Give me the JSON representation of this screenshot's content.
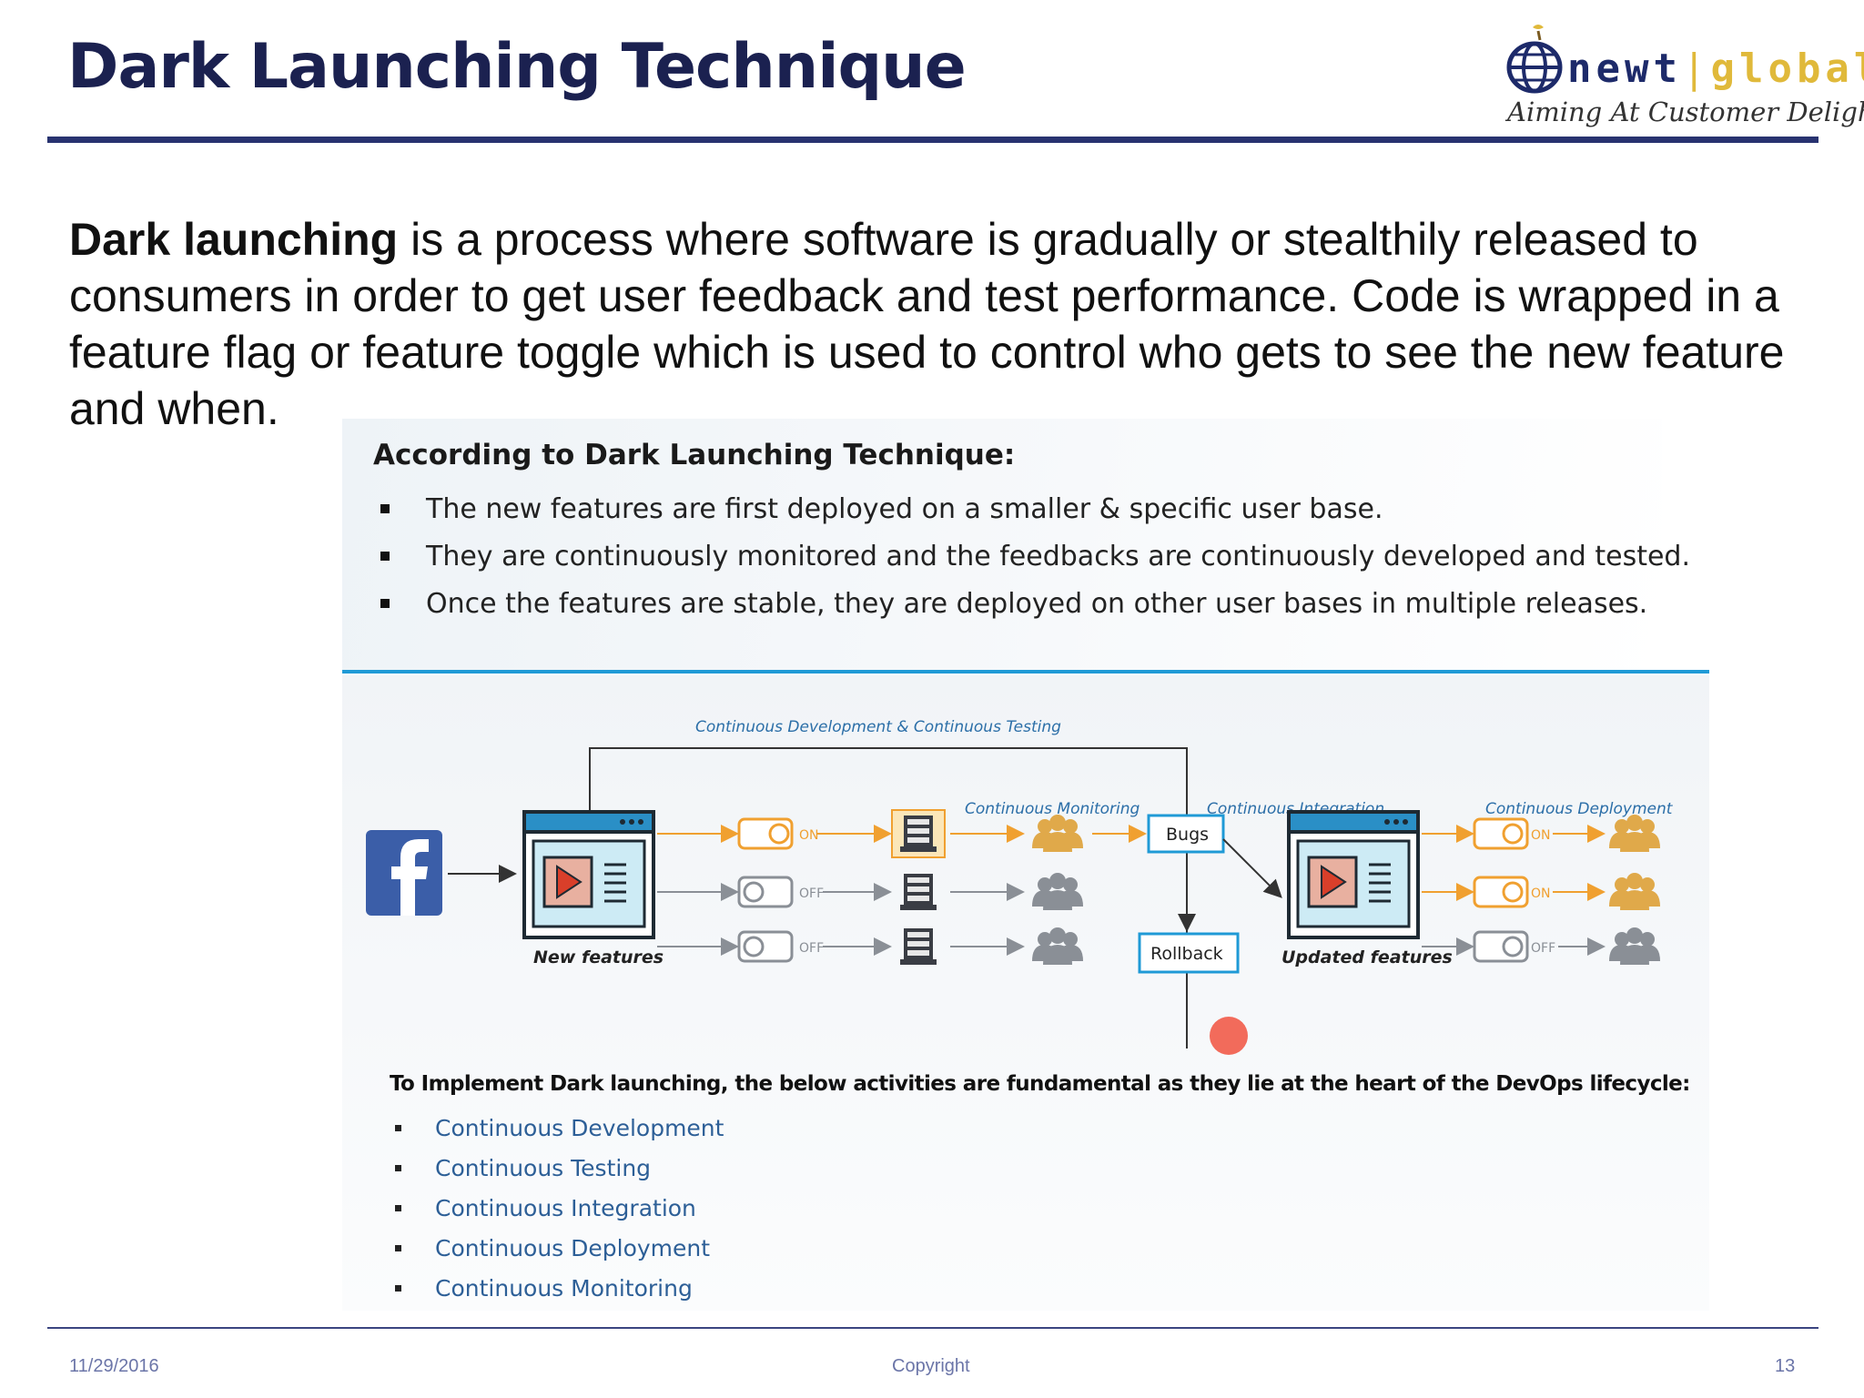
{
  "slide": {
    "title": "Dark Launching Technique",
    "logo": {
      "name_part1": "newt",
      "name_sep": "|",
      "name_part2": "global",
      "tagline": "Aiming At Customer Delight"
    },
    "intro": {
      "term": "Dark launching",
      "text": " is a process where software is gradually or stealthily released to consumers in order to get user feedback and test performance. Code is wrapped in a feature flag or feature toggle which is used to control who gets to see the new feature and when."
    }
  },
  "figure": {
    "heading": "According to Dark Launching Technique:",
    "bullets": [
      "The new features are first deployed on a smaller & specific user base.",
      "They are continuously monitored and the feedbacks are continuously developed and tested.",
      "Once the features are stable, they are deployed on other user bases in multiple releases."
    ],
    "diagram": {
      "loop_label": "Continuous Development & Continuous Testing",
      "monitoring_label": "Continuous Monitoring",
      "integration_label": "Continuous Integration",
      "deployment_label": "Continuous Deployment",
      "new_features_label": "New features",
      "updated_features_label": "Updated features",
      "bugs_label": "Bugs",
      "rollback_label": "Rollback",
      "left_toggles": [
        "ON",
        "OFF",
        "OFF"
      ],
      "right_toggles": [
        "ON",
        "ON",
        "OFF"
      ]
    },
    "implement_text": "To Implement Dark launching, the below activities are fundamental as they lie at the heart of the DevOps lifecycle:",
    "activities": [
      "Continuous Development",
      "Continuous  Testing",
      "Continuous Integration",
      "Continuous Deployment",
      "Continuous Monitoring"
    ]
  },
  "footer": {
    "date": "11/29/2016",
    "copyright": "Copyright",
    "page": "13"
  },
  "colors": {
    "title": "#1b2150",
    "rule": "#283370",
    "active_orange": "#f0a030",
    "inactive_gray": "#8a8f96",
    "accent_blue": "#1f9ad6"
  }
}
